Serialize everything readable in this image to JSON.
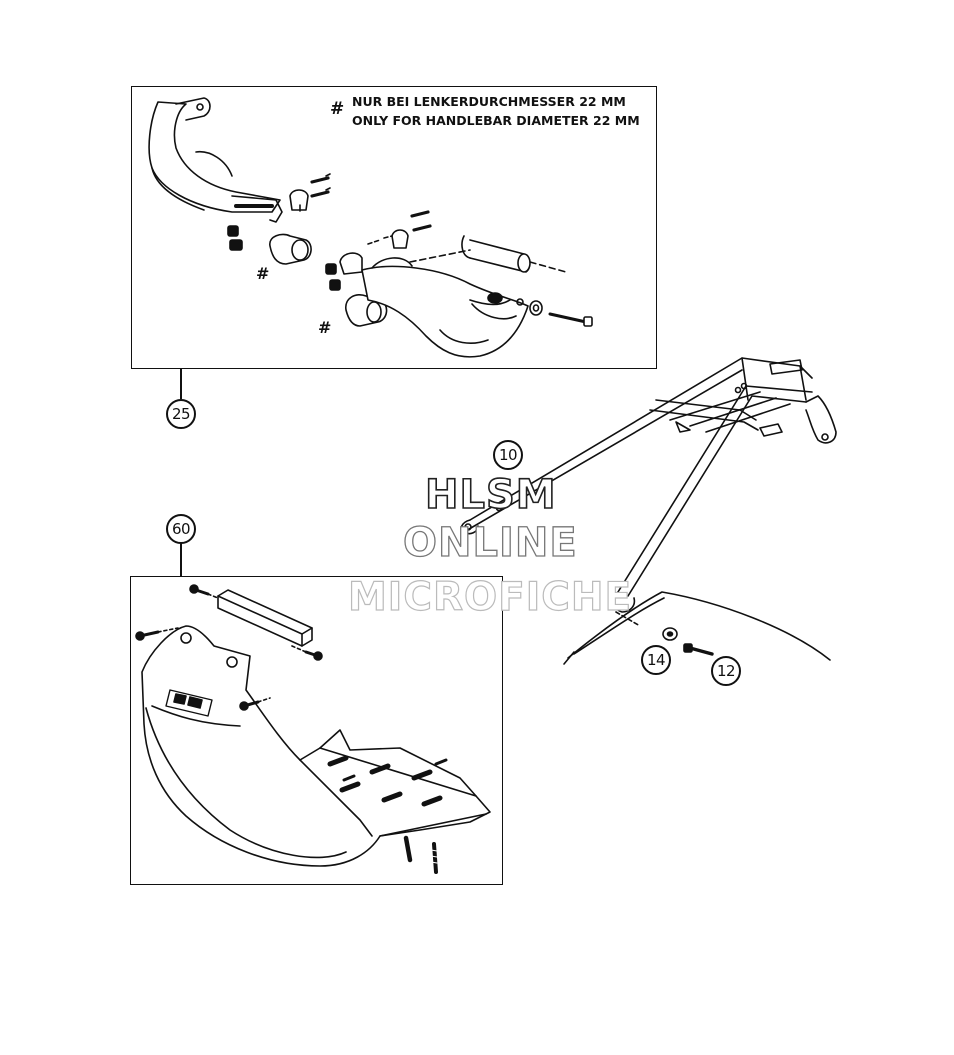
{
  "note": {
    "symbol": "#",
    "line_de": "NUR BEI LENKERDURCHMESSER 22 MM",
    "line_en": "ONLY FOR HANDLEBAR DIAMETER 22 MM"
  },
  "hash_marks": [
    "#",
    "#"
  ],
  "callouts": {
    "handguard": "25",
    "carrier": "10",
    "skid_plate": "60",
    "washer": "14",
    "bolt": "12"
  },
  "watermark": {
    "line1": "HLSM",
    "line2": "ONLINE",
    "line3": "MICROFICHE"
  }
}
